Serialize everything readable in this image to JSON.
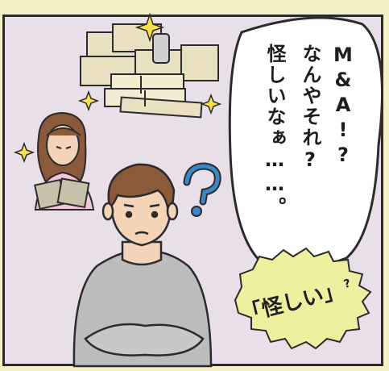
{
  "speech_bubble": {
    "lines": [
      "M&A!?",
      "なんやそれ?",
      "怪しいなぁ……。"
    ]
  },
  "burst_label": {
    "main": "「怪しい」",
    "suffix": "?"
  },
  "colors": {
    "outer_background": "#f6f1c6",
    "panel_background": "#e9dfe9",
    "outline": "#2b2b2b",
    "burst_fill": "#eef0a0",
    "question_mark": "#3b86c8",
    "sweater": "#bcbcbc",
    "hair": "#8a5a3a",
    "skin": "#f4d4b8"
  },
  "icons": [
    "question-mark-icon",
    "sparkle-icon",
    "money-stack-icon"
  ]
}
